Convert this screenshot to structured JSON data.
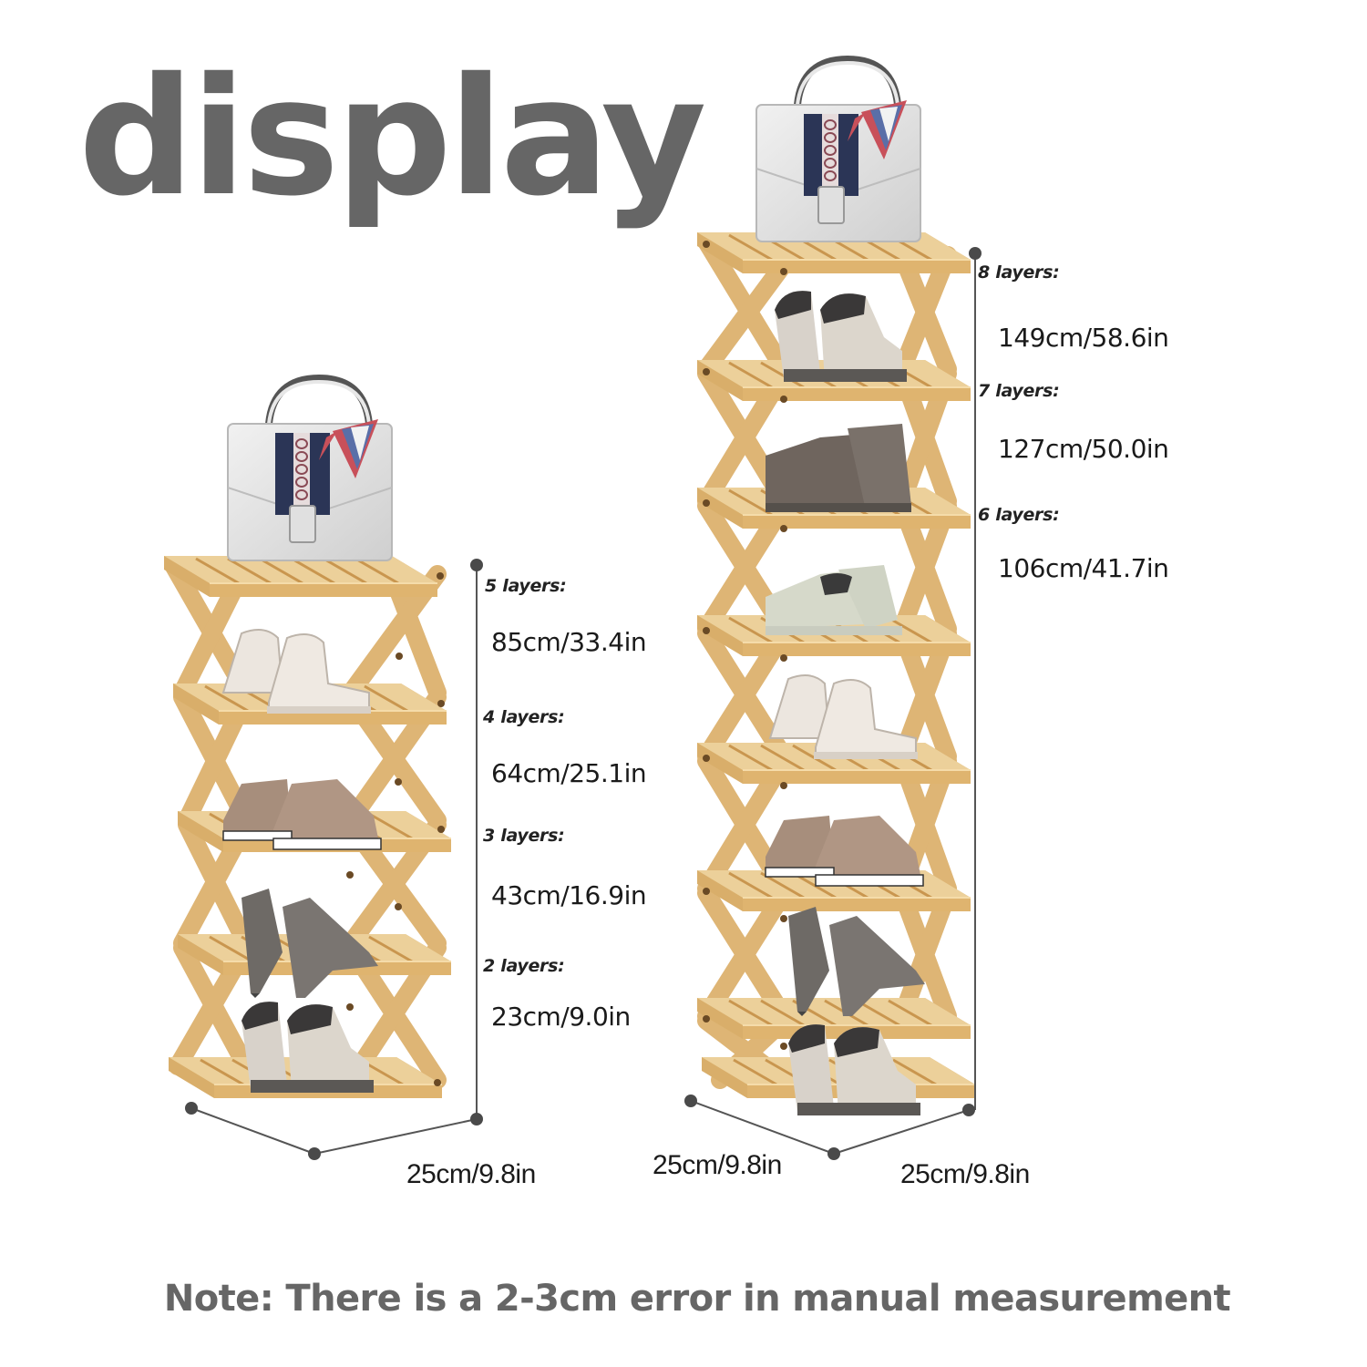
{
  "title": "display",
  "colors": {
    "title": "#666666",
    "wood": "#e2bb7c",
    "wood_dark": "#c99a55",
    "wood_light": "#f0d49e",
    "dimension_line": "#555555",
    "dimension_dot": "#4a4a4a",
    "note_text": "#666666"
  },
  "rack_small": {
    "name": "5-layer rack",
    "shelves": 5,
    "top_item": "white handbag with striped scarf",
    "shelf_items": [
      "white high-top sneakers",
      "tan canvas sneakers",
      "grey high-heel pumps",
      "grey/white ankle boots"
    ],
    "height_labels": [
      {
        "layers": "5 layers:",
        "value": "85cm/33.4in"
      },
      {
        "layers": "4 layers:",
        "value": "64cm/25.1in"
      },
      {
        "layers": "3 layers:",
        "value": "43cm/16.9in"
      },
      {
        "layers": "2 layers:",
        "value": "23cm/9.0in"
      }
    ],
    "width_label": "25cm/9.8in"
  },
  "rack_large": {
    "name": "8-layer rack",
    "shelves": 8,
    "top_item": "white handbag with striped scarf",
    "shelf_items": [
      "beige ankle boots",
      "brown suede boots",
      "light green sneakers",
      "white high-top sneakers",
      "tan canvas sneakers",
      "grey high-heel pumps",
      "grey/white ankle boots"
    ],
    "height_labels": [
      {
        "layers": "8 layers:",
        "value": "149cm/58.6in"
      },
      {
        "layers": "7 layers:",
        "value": "127cm/50.0in"
      },
      {
        "layers": "6 layers:",
        "value": "106cm/41.7in"
      }
    ],
    "width_labels": [
      "25cm/9.8in",
      "25cm/9.8in"
    ]
  },
  "note": "Note: There is a 2-3cm error in manual measurement"
}
